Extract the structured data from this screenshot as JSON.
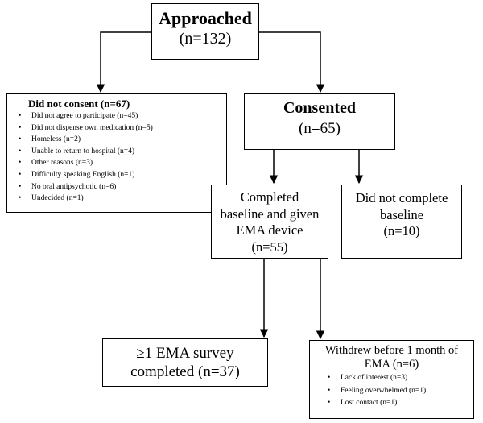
{
  "approached": {
    "title": "Approached",
    "count": "(n=132)"
  },
  "did_not_consent": {
    "title": "Did not consent (n=67)",
    "reasons": [
      "Did not agree to participate (n=45)",
      "Did not dispense own medication  (n=5)",
      "Homeless (n=2)",
      "Unable to return to hospital (n=4)",
      "Other reasons (n=3)",
      "Difficulty speaking English (n=1)",
      "No oral antipsychotic (n=6)",
      "Undecided (n=1)"
    ]
  },
  "consented": {
    "title": "Consented",
    "count": "(n=65)"
  },
  "completed_baseline": {
    "lines": [
      "Completed",
      "baseline and given",
      "EMA device",
      "(n=55)"
    ]
  },
  "not_completed_baseline": {
    "lines": [
      "Did not complete",
      "baseline",
      "(n=10)"
    ]
  },
  "ema_completed": {
    "lines": [
      "≥1 EMA survey",
      "completed (n=37)"
    ]
  },
  "withdrew": {
    "lines": [
      "Withdrew before 1 month of",
      "EMA (n=6)"
    ],
    "reasons": [
      "Lack of interest (n=3)",
      "Feeling overwhelmed (n=1)",
      "Lost contact (n=1)"
    ]
  }
}
